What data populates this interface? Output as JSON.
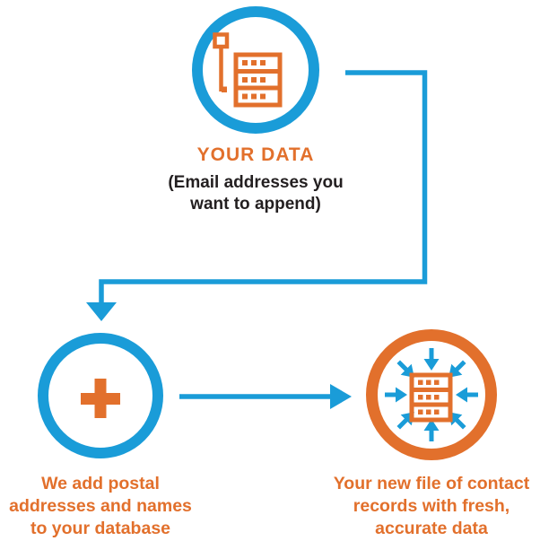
{
  "colors": {
    "blue": "#1A9CD8",
    "orange": "#E2702C",
    "text_dark": "#231F20",
    "background": "#FFFFFF"
  },
  "nodes": {
    "your_data": {
      "title": "YOUR DATA",
      "subtitle_lines": [
        "(Email addresses you",
        "want to append)"
      ],
      "icon": "database-server-icon"
    },
    "append": {
      "caption_lines": [
        "We add postal",
        "addresses and names",
        "to your database"
      ],
      "icon": "plus-icon"
    },
    "result": {
      "caption_lines": [
        "Your new file of contact",
        "records with fresh,",
        "accurate data"
      ],
      "icon": "converging-database-icon"
    }
  },
  "connectors": {
    "top_to_append": "elbow-arrow-down",
    "append_to_result": "straight-arrow-right"
  }
}
